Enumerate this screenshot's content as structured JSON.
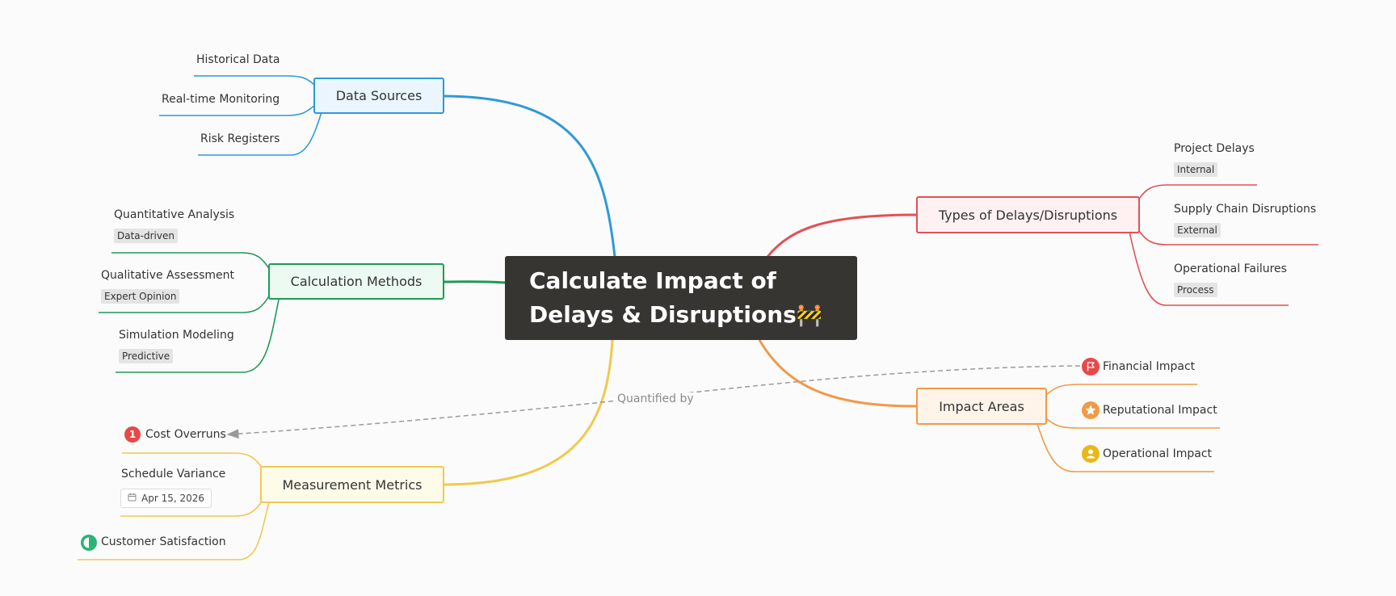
{
  "central": {
    "line1": "Calculate Impact of",
    "line2": "Delays & Disruptions",
    "emoji": "🚧"
  },
  "colors": {
    "blue": "#2f9ad6",
    "green": "#1f9a56",
    "yellow": "#f0c94e",
    "red": "#e05256",
    "orange": "#f09a47",
    "central_bg": "#363532"
  },
  "branches": {
    "data_sources": {
      "label": "Data Sources",
      "children": [
        "Historical Data",
        "Real-time Monitoring",
        "Risk Registers"
      ]
    },
    "calculation_methods": {
      "label": "Calculation Methods",
      "children": [
        {
          "label": "Quantitative Analysis",
          "tag": "Data-driven"
        },
        {
          "label": "Qualitative Assessment",
          "tag": "Expert Opinion"
        },
        {
          "label": "Simulation Modeling",
          "tag": "Predictive"
        }
      ]
    },
    "measurement_metrics": {
      "label": "Measurement Metrics",
      "children": [
        {
          "label": "Cost Overruns",
          "badge": "1",
          "badge_color": "#e84848"
        },
        {
          "label": "Schedule Variance",
          "date": "Apr 15, 2026",
          "date_icon": "calendar-icon"
        },
        {
          "label": "Customer Satisfaction",
          "icon": "half-circle-progress-icon",
          "icon_color": "#27b374"
        }
      ]
    },
    "types": {
      "label": "Types of Delays/Disruptions",
      "children": [
        {
          "label": "Project Delays",
          "tag": "Internal"
        },
        {
          "label": "Supply Chain Disruptions",
          "tag": "External"
        },
        {
          "label": "Operational Failures",
          "tag": "Process"
        }
      ]
    },
    "impact_areas": {
      "label": "Impact Areas",
      "children": [
        {
          "label": "Financial Impact",
          "icon": "flag-icon",
          "icon_color": "#e84848"
        },
        {
          "label": "Reputational Impact",
          "icon": "star-icon",
          "icon_color": "#f09a47"
        },
        {
          "label": "Operational Impact",
          "icon": "person-icon",
          "icon_color": "#e8b816"
        }
      ]
    }
  },
  "relationship": {
    "label": "Quantified by",
    "from": "Financial Impact",
    "to": "Cost Overruns"
  }
}
